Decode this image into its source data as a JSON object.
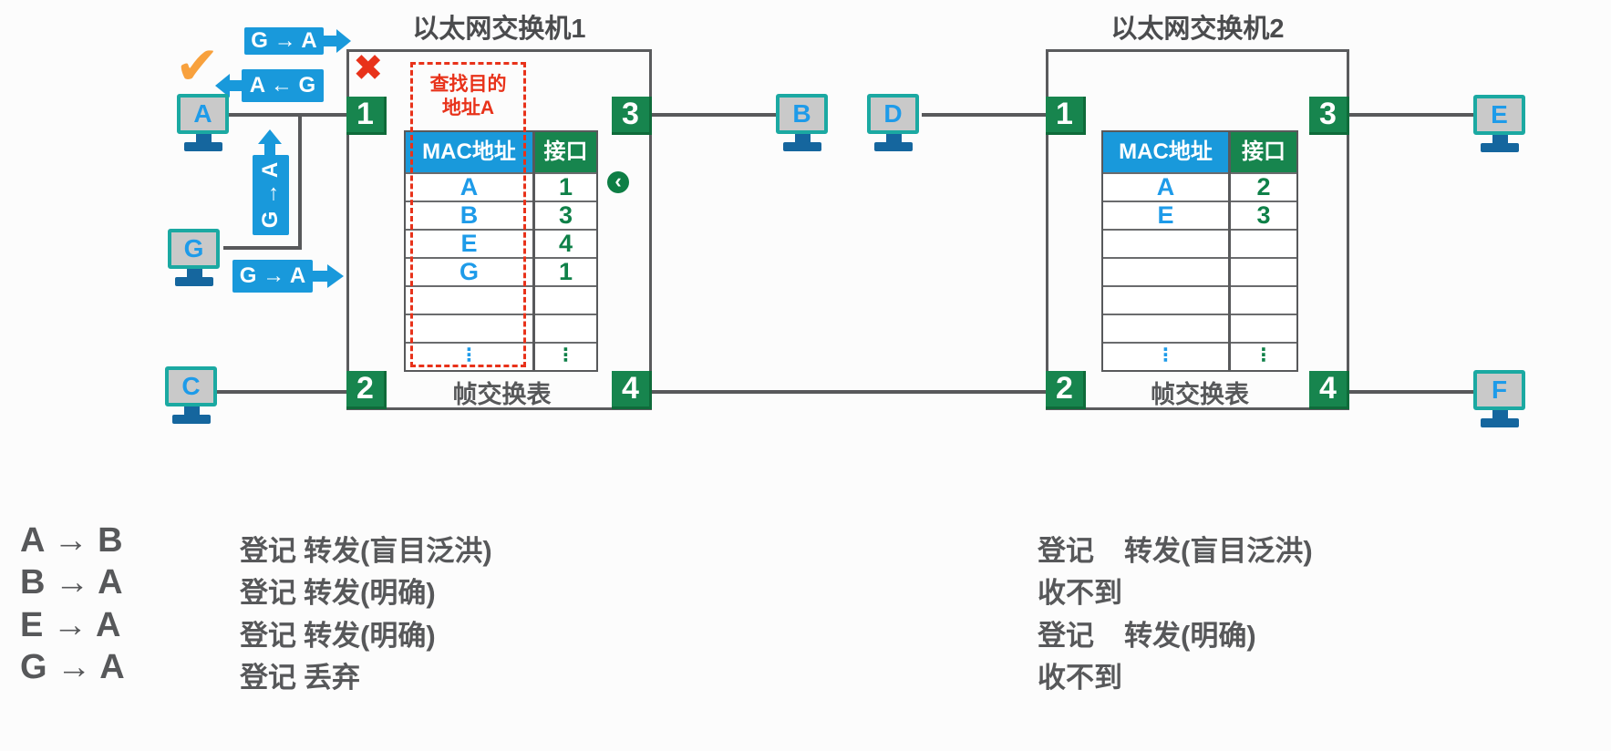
{
  "switch1": {
    "title": "以太网交换机1",
    "caption": "帧交换表",
    "lookup_line1": "查找目的",
    "lookup_line2": "地址A",
    "headers": [
      "MAC地址",
      "接口"
    ],
    "ports": {
      "p1": "1",
      "p2": "2",
      "p3": "3",
      "p4": "4"
    },
    "rows": [
      [
        "A",
        "1"
      ],
      [
        "B",
        "3"
      ],
      [
        "E",
        "4"
      ],
      [
        "G",
        "1"
      ],
      [
        "",
        ""
      ],
      [
        "",
        ""
      ],
      [
        "⋮",
        "⋮"
      ]
    ]
  },
  "switch2": {
    "title": "以太网交换机2",
    "caption": "帧交换表",
    "headers": [
      "MAC地址",
      "接口"
    ],
    "ports": {
      "p1": "1",
      "p2": "2",
      "p3": "3",
      "p4": "4"
    },
    "rows": [
      [
        "A",
        "2"
      ],
      [
        "E",
        "3"
      ],
      [
        "",
        ""
      ],
      [
        "",
        ""
      ],
      [
        "",
        ""
      ],
      [
        "",
        ""
      ],
      [
        "⋮",
        "⋮"
      ]
    ]
  },
  "hosts": {
    "a": "A",
    "b": "B",
    "c": "C",
    "d": "D",
    "e": "E",
    "f": "F",
    "g": "G"
  },
  "frame_labels": {
    "top": "G → A",
    "reply": "A ← G",
    "vertical": "G → A",
    "bottom": "G → A"
  },
  "marks": {
    "check": "✔",
    "cross": "✖",
    "chevron": "‹"
  },
  "transmissions": [
    {
      "pair": "A → B",
      "sw1_a": "登记",
      "sw1_b": "转发(盲目泛洪)",
      "sw2_a": "登记",
      "sw2_b": "转发(盲目泛洪)"
    },
    {
      "pair": "B → A",
      "sw1_a": "登记",
      "sw1_b": "转发(明确)",
      "sw2_a": "收不到",
      "sw2_b": ""
    },
    {
      "pair": "E → A",
      "sw1_a": "登记",
      "sw1_b": "转发(明确)",
      "sw2_a": "登记",
      "sw2_b": "转发(明确)"
    },
    {
      "pair": "G → A",
      "sw1_a": "登记",
      "sw1_b": "丢弃",
      "sw2_a": "收不到",
      "sw2_b": ""
    }
  ],
  "colors": {
    "label_blue": "#1999db",
    "letter_blue": "#1e9be9",
    "badge_green": "#17854e",
    "chevron_green": "#0e7e45",
    "monitor_teal": "#1ba9a2",
    "stand_blue": "#15669e",
    "alert_red": "#e8321a",
    "check_orange": "#f8a13d",
    "text_gray": "#57585a",
    "line_gray": "#58595b"
  }
}
